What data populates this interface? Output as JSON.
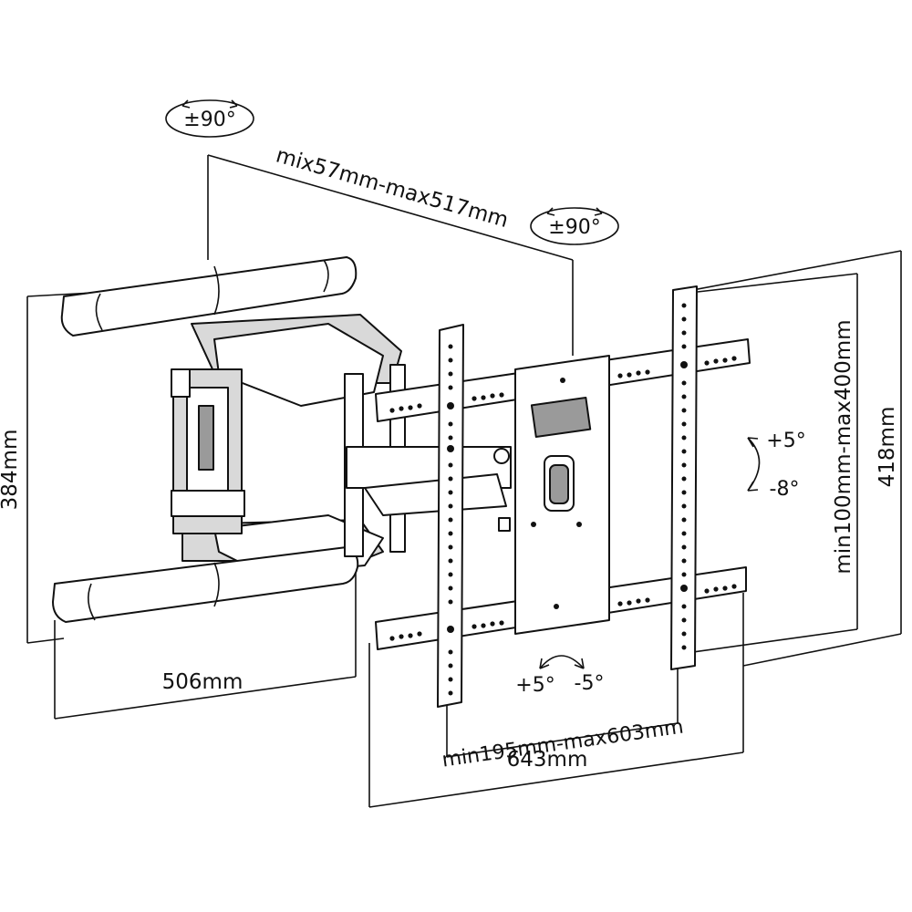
{
  "labels": {
    "swivel_left": "±90°",
    "swivel_right": "±90°",
    "arm_extension": "mix57mm-max517mm",
    "height_left": "384mm",
    "width_arm": "506mm",
    "tilt_up": "+5°",
    "tilt_down": "-8°",
    "vesa_vertical": "min100mm-max400mm",
    "height_right": "418mm",
    "rotate_plus": "+5°",
    "rotate_minus": "-5°",
    "vesa_horizontal": "min195mm-max603mm",
    "width_plate": "643mm"
  }
}
